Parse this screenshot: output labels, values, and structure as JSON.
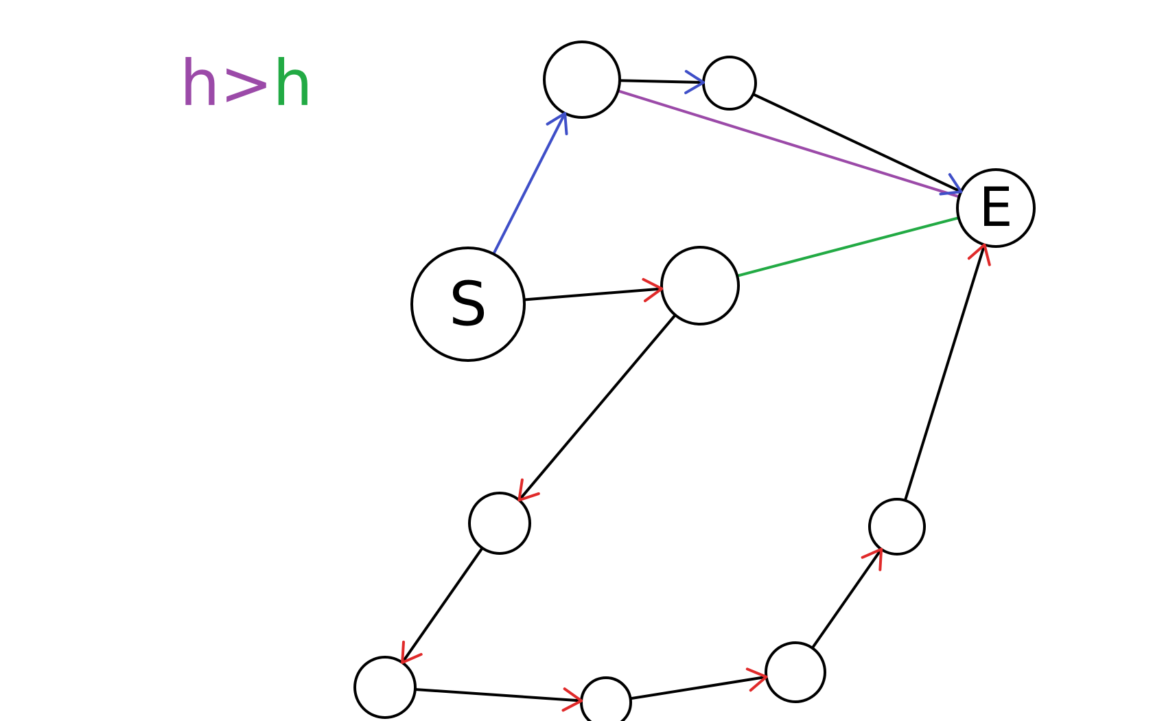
{
  "legend": {
    "left_h": "h",
    "operator": ">",
    "right_h": "h",
    "left_color": "#9b4aa8",
    "operator_color": "#9b4aa8",
    "right_color": "#22aa44"
  },
  "colors": {
    "edge_default": "#000000",
    "edge_blue": "#3f4fc8",
    "edge_purple": "#9b4aa8",
    "edge_green": "#22aa44",
    "arrow_red": "#e02a2a",
    "arrow_blue": "#3f4fc8",
    "node_stroke": "#000000",
    "node_fill": "#ffffff"
  },
  "nodes": [
    {
      "id": "S",
      "label": "S"
    },
    {
      "id": "top-left",
      "label": ""
    },
    {
      "id": "top-right",
      "label": ""
    },
    {
      "id": "E",
      "label": "E"
    },
    {
      "id": "middle",
      "label": ""
    },
    {
      "id": "lower-left",
      "label": ""
    },
    {
      "id": "bottom-left",
      "label": ""
    },
    {
      "id": "bottom-mid",
      "label": ""
    },
    {
      "id": "bottom-right",
      "label": ""
    },
    {
      "id": "right-lower",
      "label": ""
    }
  ],
  "edges": [
    {
      "from": "S",
      "to": "top-left",
      "color": "edge_blue",
      "arrow": "arrow_blue"
    },
    {
      "from": "top-left",
      "to": "top-right",
      "color": "edge_default",
      "arrow": "arrow_blue"
    },
    {
      "from": "top-right",
      "to": "E",
      "color": "edge_default",
      "arrow": "arrow_blue"
    },
    {
      "from": "top-left",
      "to": "E",
      "color": "edge_purple",
      "arrow": "none"
    },
    {
      "from": "S",
      "to": "middle",
      "color": "edge_default",
      "arrow": "arrow_red"
    },
    {
      "from": "middle",
      "to": "E",
      "color": "edge_green",
      "arrow": "none"
    },
    {
      "from": "middle",
      "to": "lower-left",
      "color": "edge_default",
      "arrow": "arrow_red"
    },
    {
      "from": "lower-left",
      "to": "bottom-left",
      "color": "edge_default",
      "arrow": "arrow_red"
    },
    {
      "from": "bottom-left",
      "to": "bottom-mid",
      "color": "edge_default",
      "arrow": "arrow_red"
    },
    {
      "from": "bottom-mid",
      "to": "bottom-right",
      "color": "edge_default",
      "arrow": "arrow_red"
    },
    {
      "from": "bottom-right",
      "to": "right-lower",
      "color": "edge_default",
      "arrow": "arrow_red"
    },
    {
      "from": "right-lower",
      "to": "E",
      "color": "edge_default",
      "arrow": "arrow_red"
    }
  ]
}
